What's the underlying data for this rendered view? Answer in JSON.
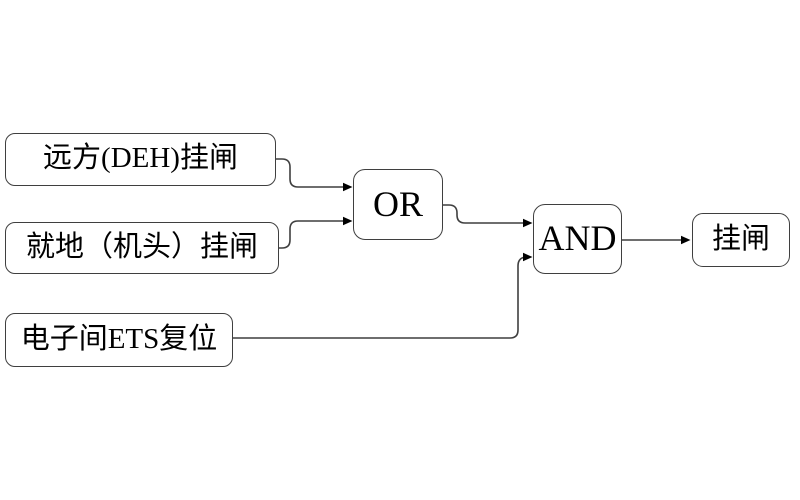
{
  "diagram": {
    "type": "logic-flowchart",
    "nodes": {
      "input1": {
        "label": "远方(DEH)挂闸"
      },
      "input2": {
        "label": "就地（机头）挂闸"
      },
      "input3": {
        "label": "电子间ETS复位"
      },
      "gate_or": {
        "label": "OR"
      },
      "gate_and": {
        "label": "AND"
      },
      "output": {
        "label": "挂闸"
      }
    },
    "connections": [
      {
        "from": "input1",
        "to": "gate_or"
      },
      {
        "from": "input2",
        "to": "gate_or"
      },
      {
        "from": "gate_or",
        "to": "gate_and"
      },
      {
        "from": "input3",
        "to": "gate_and"
      },
      {
        "from": "gate_and",
        "to": "output"
      }
    ],
    "colors": {
      "background": "#ffffff",
      "line": "#3f3f3f",
      "arrow": "#000000",
      "text": "#000000",
      "node_fill": "#ffffff"
    }
  }
}
